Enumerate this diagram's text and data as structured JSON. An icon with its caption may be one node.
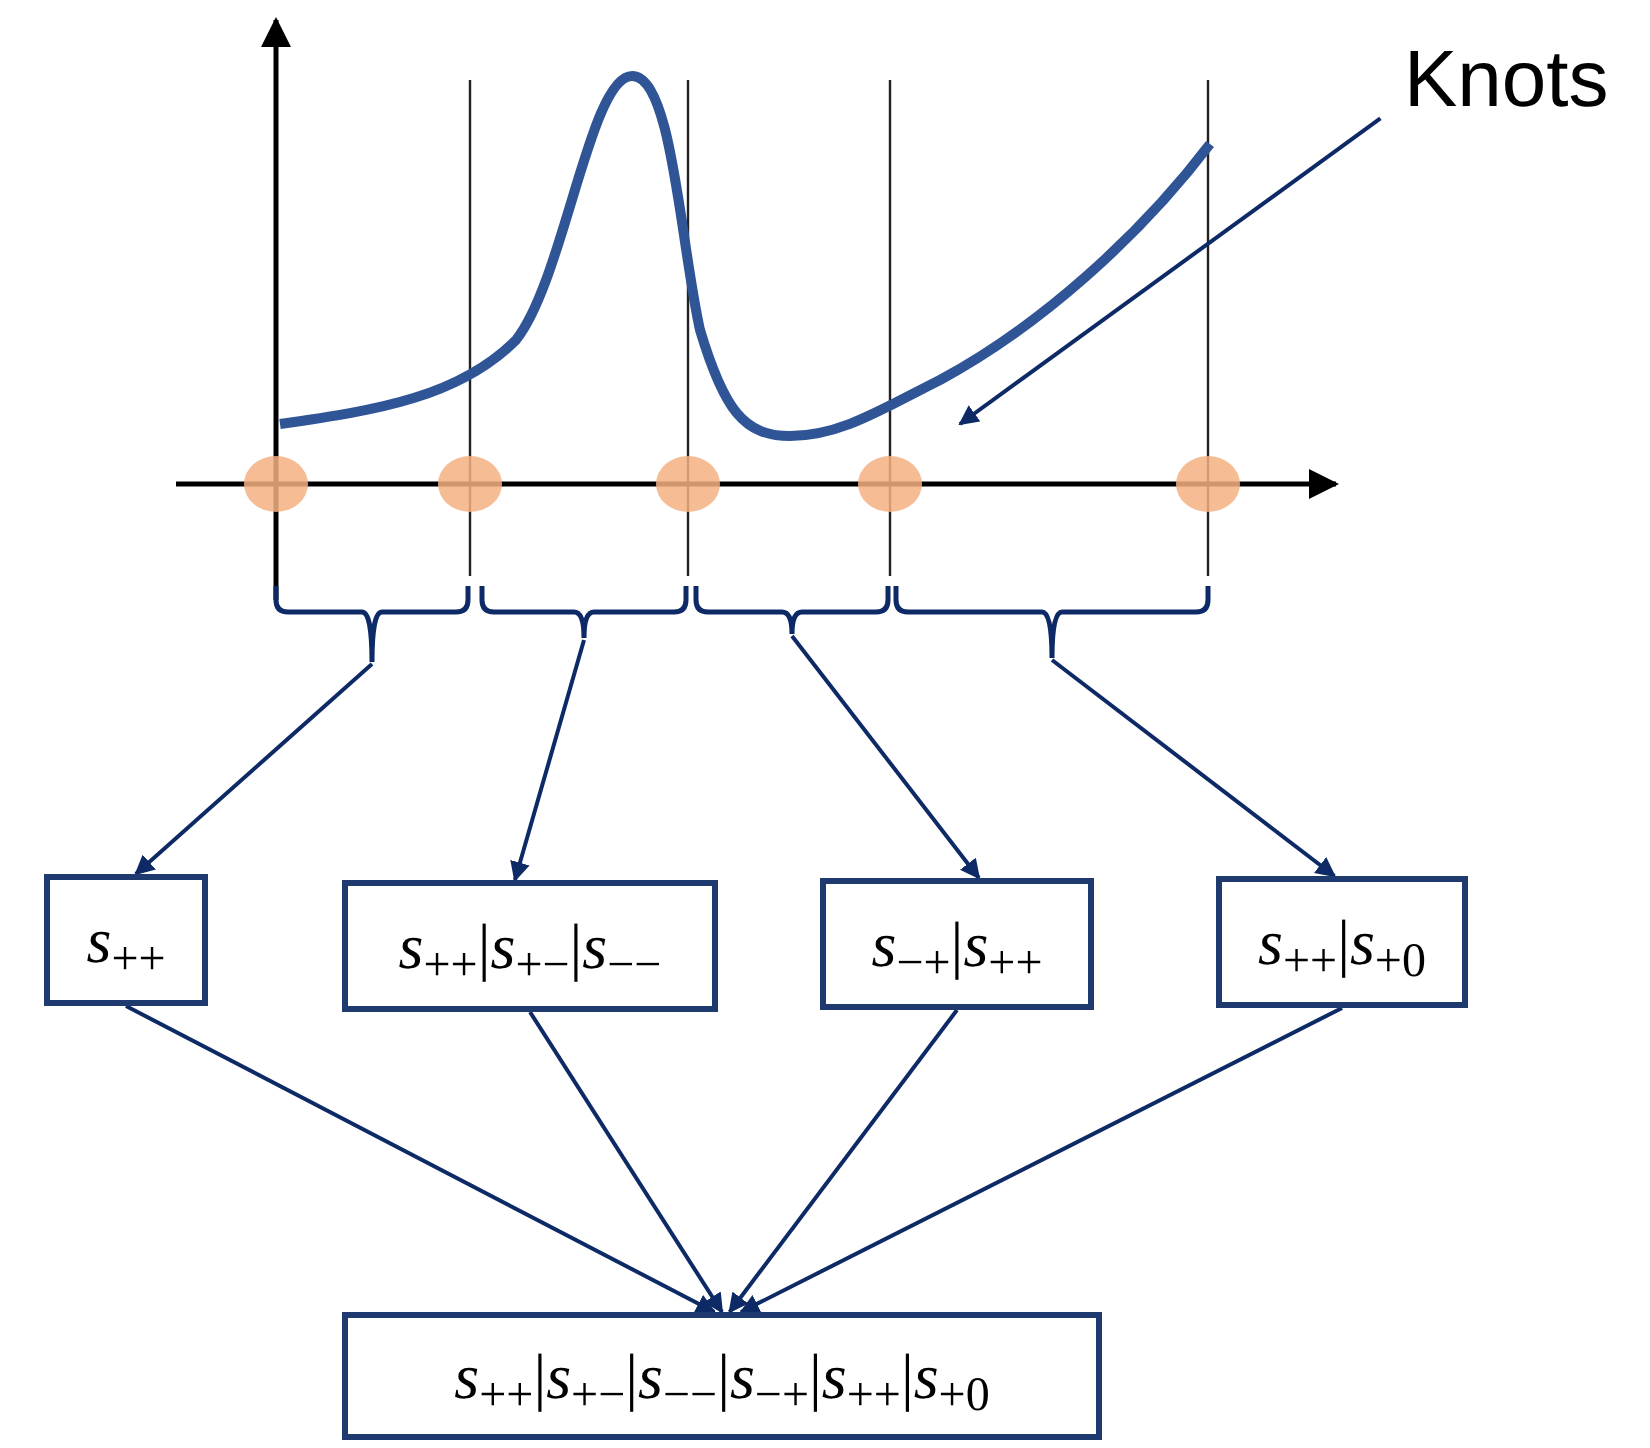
{
  "diagram": {
    "nodes": [
      {
        "text": [
          "Knots"
        ]
      },
      {
        "text": [],
        "shape": "brace"
      },
      {
        "text": [],
        "shape": "brace"
      },
      {
        "text": [],
        "shape": "brace"
      },
      {
        "text": [],
        "shape": "brace"
      },
      {
        "text": [
          "*s*$_{++}$"
        ]
      },
      {
        "text": [
          "*s*$_{++}$|*s*$_{+−}$|*s*$_{−−}$"
        ]
      },
      {
        "text": [
          "*s*$_{−+}$|*s*$_{++}$"
        ]
      },
      {
        "text": [
          "*s*$_{++}$|*s*$_{+0}$"
        ]
      },
      {
        "text": [
          "*s*$_{++}$|*s*$_{+−}$|*s*$_{−−}$|*s*$_{−+}$|*s*$_{++}$|*s*$_{+0}$"
        ]
      }
    ],
    "edges": [
      {
        "from": 0,
        "to": null,
        "arrow": "to"
      },
      {
        "from": 1,
        "to": 5,
        "arrow": "to"
      },
      {
        "from": 2,
        "to": 6,
        "arrow": "to"
      },
      {
        "from": 3,
        "to": 7,
        "arrow": "to"
      },
      {
        "from": 4,
        "to": 8,
        "arrow": "to"
      },
      {
        "from": 5,
        "to": 9,
        "arrow": "to"
      },
      {
        "from": 6,
        "to": 9,
        "arrow": "to"
      },
      {
        "from": 7,
        "to": 9,
        "arrow": "to"
      },
      {
        "from": 8,
        "to": 9,
        "arrow": "to"
      }
    ]
  }
}
